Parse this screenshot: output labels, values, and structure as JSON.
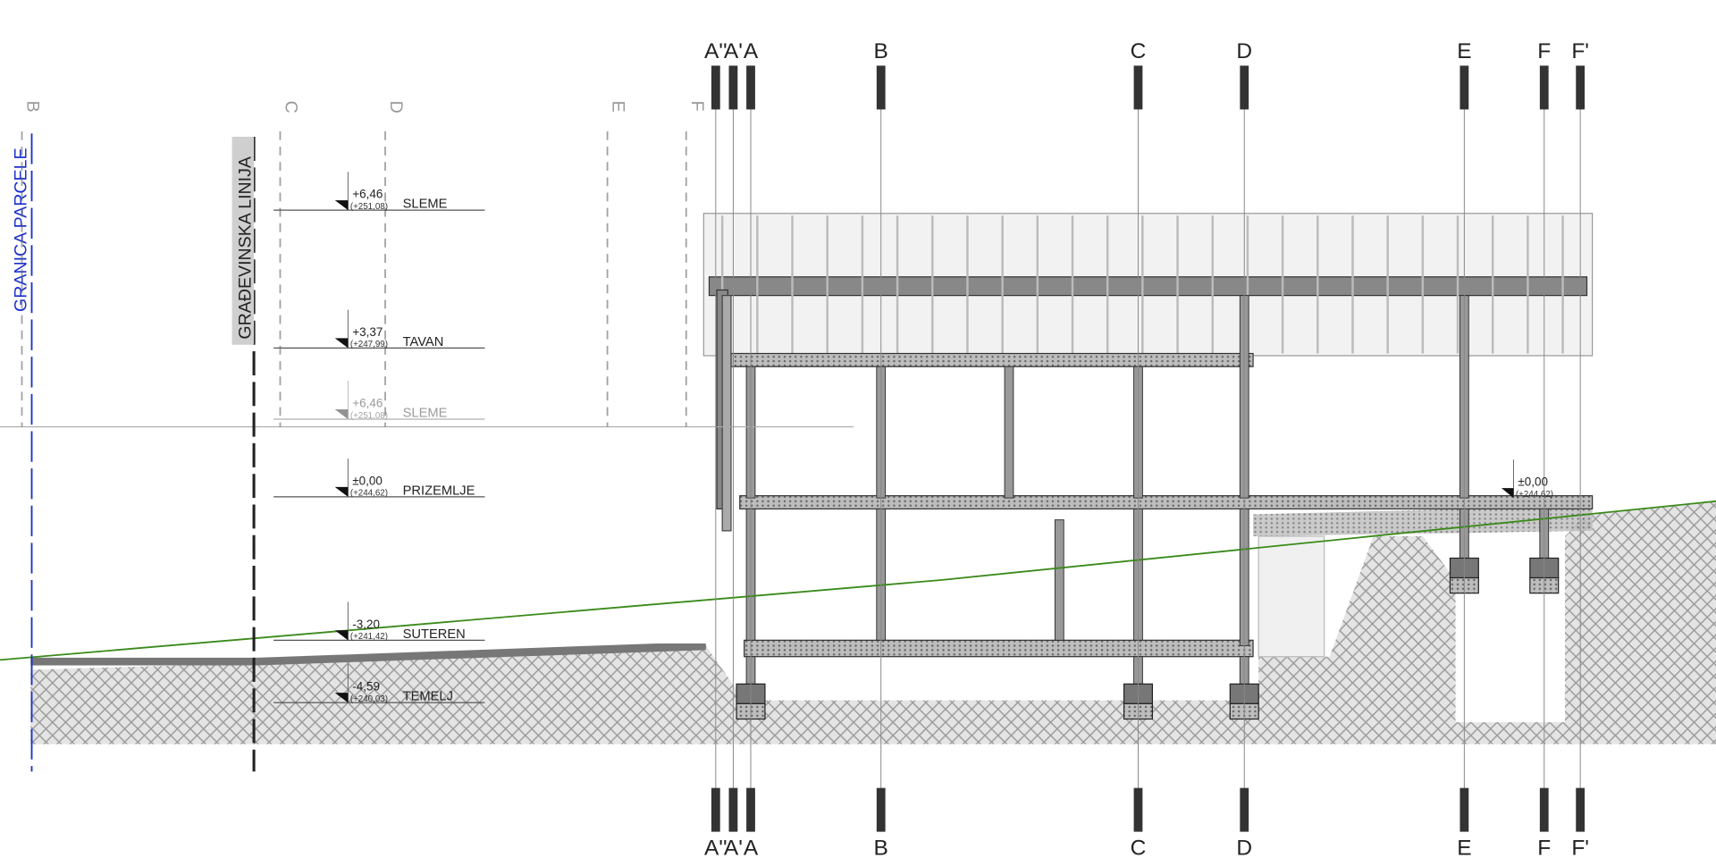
{
  "drawing": {
    "boundary_label": "GRANICA PARCELE",
    "building_line_label": "GRAĐEVINSKA LINIJA",
    "colors": {
      "boundary": "#1a2fcc",
      "terrain": "#3a8a1a",
      "structure": "#555555",
      "hatch": "#c8c8c8"
    }
  },
  "axes": [
    {
      "id": "A2",
      "label": "A''"
    },
    {
      "id": "A1",
      "label": "A'"
    },
    {
      "id": "A",
      "label": "A"
    },
    {
      "id": "B",
      "label": "B"
    },
    {
      "id": "C",
      "label": "C"
    },
    {
      "id": "D",
      "label": "D"
    },
    {
      "id": "E",
      "label": "E"
    },
    {
      "id": "F",
      "label": "F"
    },
    {
      "id": "F1",
      "label": "F'"
    }
  ],
  "ghost_axes": [
    "B",
    "C",
    "D",
    "E",
    "F"
  ],
  "levels": [
    {
      "name": "SLEME",
      "value": "+6,46",
      "absolute": "(+251,08)"
    },
    {
      "name": "TAVAN",
      "value": "+3,37",
      "absolute": "(+247,99)"
    },
    {
      "name": "SLEME",
      "value": "+6,46",
      "absolute": "(+251,08)"
    },
    {
      "name": "PRIZEMLJE",
      "value": "±0,00",
      "absolute": "(+244,62)"
    },
    {
      "name": "SUTEREN",
      "value": "-3,20",
      "absolute": "(+241,42)"
    },
    {
      "name": "TEMELJ",
      "value": "-4,59",
      "absolute": "(+240,03)"
    }
  ],
  "right_level": {
    "value": "±0,00",
    "absolute": "(+244,62)"
  }
}
